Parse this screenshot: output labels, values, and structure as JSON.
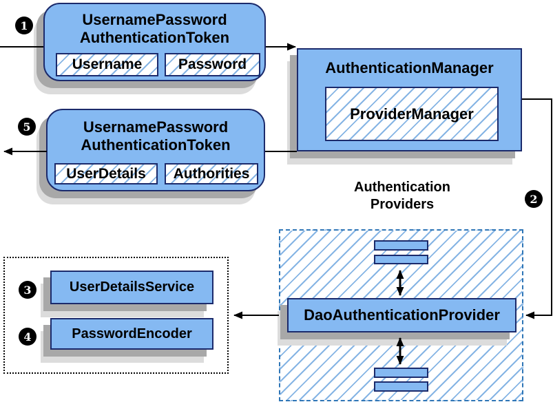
{
  "colors": {
    "node_fill": "#85b9f2",
    "node_border": "#1b2a6b",
    "hatch_line": "#85b4e4",
    "providers_border": "#2e75b6",
    "services_border": "#000000",
    "connector": "#000000",
    "shadow_dark": "#a8a8a8",
    "shadow_light": "#dcdcdc",
    "badge_bg": "#000000",
    "badge_text": "#ffffff"
  },
  "badges": {
    "step1": "1",
    "step2": "2",
    "step3": "3",
    "step4": "4",
    "step5": "5"
  },
  "token_request": {
    "title": "UsernamePassword\nAuthenticationToken",
    "fields": [
      "Username",
      "Password"
    ]
  },
  "authentication_manager": {
    "title": "AuthenticationManager",
    "inner": "ProviderManager"
  },
  "token_result": {
    "title": "UsernamePassword\nAuthenticationToken",
    "fields": [
      "UserDetails",
      "Authorities"
    ]
  },
  "authentication_providers": {
    "heading": "Authentication\nProviders",
    "provider": "DaoAuthenticationProvider"
  },
  "services": {
    "items": [
      "UserDetailsService",
      "PasswordEncoder"
    ]
  }
}
